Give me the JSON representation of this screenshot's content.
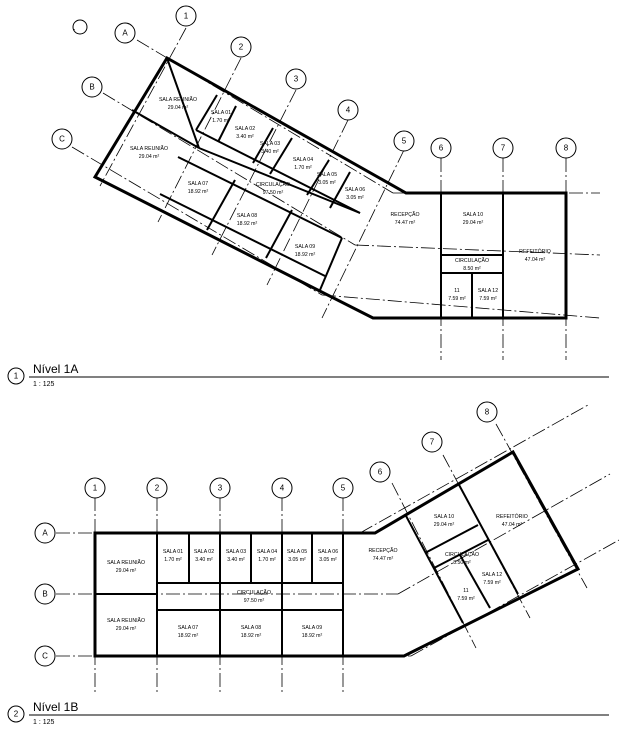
{
  "views": [
    {
      "id": "1",
      "title": "Nível 1A",
      "scale": "1 : 125",
      "grids": [
        "1",
        "2",
        "3",
        "4",
        "5",
        "6",
        "7",
        "8",
        "A",
        "B",
        "C"
      ],
      "rooms": [
        {
          "key": "sr1",
          "name": "SALA REUNIÃO",
          "area": "29.04 m²"
        },
        {
          "key": "sr2",
          "name": "SALA REUNIÃO",
          "area": "29.04 m²"
        },
        {
          "key": "s01",
          "name": "SALA 01",
          "area": "1.70 m²"
        },
        {
          "key": "s02",
          "name": "SALA 02",
          "area": "3.40 m²"
        },
        {
          "key": "s03",
          "name": "SALA 03",
          "area": "3.40 m²"
        },
        {
          "key": "s04",
          "name": "SALA 04",
          "area": "1.70 m²"
        },
        {
          "key": "s05",
          "name": "SALA 05",
          "area": "3.05 m²"
        },
        {
          "key": "s06",
          "name": "SALA 06",
          "area": "3.05 m²"
        },
        {
          "key": "s07",
          "name": "SALA 07",
          "area": "18.92 m²"
        },
        {
          "key": "s08",
          "name": "SALA 08",
          "area": "18.92 m²"
        },
        {
          "key": "s09",
          "name": "SALA 09",
          "area": "18.92 m²"
        },
        {
          "key": "circ",
          "name": "CIRCULAÇÃO",
          "area": "97.50 m²"
        },
        {
          "key": "rec",
          "name": "RECEPÇÃO",
          "area": "74.47 m²"
        },
        {
          "key": "s10",
          "name": "SALA 10",
          "area": "29.04 m²"
        },
        {
          "key": "circ2",
          "name": "CIRCULAÇÃO",
          "area": "8.50 m²"
        },
        {
          "key": "s11",
          "name": "11",
          "area": "7.59 m²"
        },
        {
          "key": "s12",
          "name": "SALA 12",
          "area": "7.59 m²"
        },
        {
          "key": "ref",
          "name": "REFEITÓRIO",
          "area": "47.04 m²"
        }
      ]
    },
    {
      "id": "2",
      "title": "Nível 1B",
      "scale": "1 : 125",
      "grids": [
        "1",
        "2",
        "3",
        "4",
        "5",
        "6",
        "7",
        "8",
        "A",
        "B",
        "C"
      ],
      "rooms": [
        {
          "key": "sr1",
          "name": "SALA REUNIÃO",
          "area": "29.04 m²"
        },
        {
          "key": "sr2",
          "name": "SALA REUNIÃO",
          "area": "29.04 m²"
        },
        {
          "key": "s01",
          "name": "SALA 01",
          "area": "1.70 m²"
        },
        {
          "key": "s02",
          "name": "SALA 02",
          "area": "3.40 m²"
        },
        {
          "key": "s03",
          "name": "SALA 03",
          "area": "3.40 m²"
        },
        {
          "key": "s04",
          "name": "SALA 04",
          "area": "1.70 m²"
        },
        {
          "key": "s05",
          "name": "SALA 05",
          "area": "3.05 m²"
        },
        {
          "key": "s06",
          "name": "SALA 06",
          "area": "3.05 m²"
        },
        {
          "key": "s07",
          "name": "SALA 07",
          "area": "18.92 m²"
        },
        {
          "key": "s08",
          "name": "SALA 08",
          "area": "18.92 m²"
        },
        {
          "key": "s09",
          "name": "SALA 09",
          "area": "18.92 m²"
        },
        {
          "key": "circ",
          "name": "CIRCULAÇÃO",
          "area": "97.50 m²"
        },
        {
          "key": "rec",
          "name": "RECEPÇÃO",
          "area": "74.47 m²"
        },
        {
          "key": "s10",
          "name": "SALA 10",
          "area": "29.04 m²"
        },
        {
          "key": "circ2",
          "name": "CIRCULAÇÃO",
          "area": "8.50 m²"
        },
        {
          "key": "s11",
          "name": "11",
          "area": "7.59 m²"
        },
        {
          "key": "s12",
          "name": "SALA 12",
          "area": "7.59 m²"
        },
        {
          "key": "ref",
          "name": "REFEITÓRIO",
          "area": "47.04 m²"
        }
      ]
    }
  ]
}
